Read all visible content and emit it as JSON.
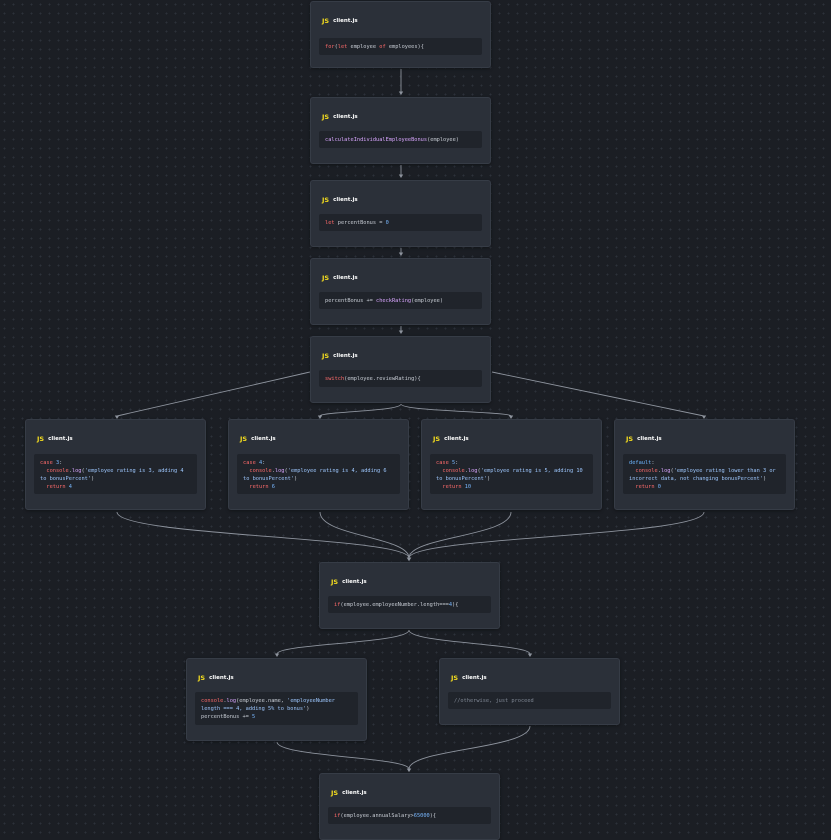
{
  "nodes": [
    {
      "id": "n1",
      "file": "client.js",
      "lines": [
        [
          [
            "kw",
            "for"
          ],
          [
            "plain",
            "("
          ],
          [
            "kw",
            "let"
          ],
          [
            "plain",
            " employee "
          ],
          [
            "kw",
            "of"
          ],
          [
            "plain",
            " employees){"
          ]
        ]
      ]
    },
    {
      "id": "n2",
      "file": "client.js",
      "lines": [
        [
          [
            "fn",
            "calculateIndividualEmployeeBonus"
          ],
          [
            "plain",
            "(employee)"
          ]
        ]
      ]
    },
    {
      "id": "n3",
      "file": "client.js",
      "lines": [
        [
          [
            "kw",
            "let"
          ],
          [
            "plain",
            " percentBonus = "
          ],
          [
            "num",
            "0"
          ]
        ]
      ]
    },
    {
      "id": "n4",
      "file": "client.js",
      "lines": [
        [
          [
            "plain",
            "percentBonus += "
          ],
          [
            "fn",
            "checkRating"
          ],
          [
            "plain",
            "(employee)"
          ]
        ]
      ]
    },
    {
      "id": "n5",
      "file": "client.js",
      "lines": [
        [
          [
            "kw",
            "switch"
          ],
          [
            "plain",
            "(employee.reviewRating){"
          ]
        ]
      ]
    },
    {
      "id": "n6",
      "file": "client.js",
      "lines": [
        [
          [
            "kw",
            "case"
          ],
          [
            "num",
            " 3"
          ],
          [
            "plain",
            ":"
          ]
        ],
        [
          [
            "plain",
            "  "
          ],
          [
            "kw",
            "console"
          ],
          [
            "plain",
            "."
          ],
          [
            "fn",
            "log"
          ],
          [
            "plain",
            "("
          ],
          [
            "str",
            "'employee rating is 3, adding 4 to bonusPercent'"
          ],
          [
            "plain",
            ")"
          ]
        ],
        [
          [
            "plain",
            "  "
          ],
          [
            "kw",
            "return"
          ],
          [
            "num",
            " 4"
          ]
        ]
      ]
    },
    {
      "id": "n7",
      "file": "client.js",
      "lines": [
        [
          [
            "kw",
            "case"
          ],
          [
            "num",
            " 4"
          ],
          [
            "plain",
            ":"
          ]
        ],
        [
          [
            "plain",
            "  "
          ],
          [
            "kw",
            "console"
          ],
          [
            "plain",
            "."
          ],
          [
            "fn",
            "log"
          ],
          [
            "plain",
            "("
          ],
          [
            "str",
            "'employee rating is 4, adding 6 to bonusPercent'"
          ],
          [
            "plain",
            ")"
          ]
        ],
        [
          [
            "plain",
            "  "
          ],
          [
            "kw",
            "return"
          ],
          [
            "num",
            " 6"
          ]
        ]
      ]
    },
    {
      "id": "n8",
      "file": "client.js",
      "lines": [
        [
          [
            "kw",
            "case"
          ],
          [
            "num",
            " 5"
          ],
          [
            "plain",
            ":"
          ]
        ],
        [
          [
            "plain",
            "  "
          ],
          [
            "kw",
            "console"
          ],
          [
            "plain",
            "."
          ],
          [
            "fn",
            "log"
          ],
          [
            "plain",
            "("
          ],
          [
            "str",
            "'employee rating is 5, adding 10 to bonusPercent'"
          ],
          [
            "plain",
            ")"
          ]
        ],
        [
          [
            "plain",
            "  "
          ],
          [
            "kw",
            "return"
          ],
          [
            "num",
            " 10"
          ]
        ]
      ]
    },
    {
      "id": "n9",
      "file": "client.js",
      "lines": [
        [
          [
            "def",
            "default"
          ],
          [
            "plain",
            ":"
          ]
        ],
        [
          [
            "plain",
            "  "
          ],
          [
            "kw",
            "console"
          ],
          [
            "plain",
            "."
          ],
          [
            "fn",
            "log"
          ],
          [
            "plain",
            "("
          ],
          [
            "str",
            "'employee rating lower than 3 or incorrect data, not changing bonusPercent'"
          ],
          [
            "plain",
            ")"
          ]
        ],
        [
          [
            "plain",
            "  "
          ],
          [
            "kw",
            "return"
          ],
          [
            "num",
            " 0"
          ]
        ]
      ]
    },
    {
      "id": "n10",
      "file": "client.js",
      "lines": [
        [
          [
            "kw",
            "if"
          ],
          [
            "plain",
            "(employee.employeeNumber.length==="
          ],
          [
            "num",
            "4"
          ],
          [
            "plain",
            "){"
          ]
        ]
      ]
    },
    {
      "id": "n11",
      "file": "client.js",
      "lines": [
        [
          [
            "kw",
            "console"
          ],
          [
            "plain",
            "."
          ],
          [
            "fn",
            "log"
          ],
          [
            "plain",
            "(employee.name, "
          ],
          [
            "str",
            "'employeeNumber length === 4, adding 5% to bonus'"
          ],
          [
            "plain",
            ")"
          ]
        ],
        [
          [
            "plain",
            "percentBonus += "
          ],
          [
            "num",
            "5"
          ]
        ]
      ]
    },
    {
      "id": "n12",
      "file": "client.js",
      "lines": [
        [
          [
            "cmt",
            "//otherwise, just proceed"
          ]
        ]
      ]
    },
    {
      "id": "n13",
      "file": "client.js",
      "lines": [
        [
          [
            "kw",
            "if"
          ],
          [
            "plain",
            "(employee.annualSalary>"
          ],
          [
            "num",
            "65000"
          ],
          [
            "plain",
            "){"
          ]
        ]
      ]
    }
  ],
  "edges": [
    {
      "from": "n1",
      "to": "n2"
    },
    {
      "from": "n2",
      "to": "n3"
    },
    {
      "from": "n3",
      "to": "n4"
    },
    {
      "from": "n4",
      "to": "n5"
    },
    {
      "from": "n5",
      "to": "n6"
    },
    {
      "from": "n5",
      "to": "n7"
    },
    {
      "from": "n5",
      "to": "n8"
    },
    {
      "from": "n5",
      "to": "n9"
    },
    {
      "from": "n6",
      "to": "n10"
    },
    {
      "from": "n7",
      "to": "n10"
    },
    {
      "from": "n8",
      "to": "n10"
    },
    {
      "from": "n9",
      "to": "n10"
    },
    {
      "from": "n10",
      "to": "n11"
    },
    {
      "from": "n10",
      "to": "n12"
    },
    {
      "from": "n11",
      "to": "n13"
    },
    {
      "from": "n12",
      "to": "n13"
    }
  ],
  "colors": {
    "keyword": "#ff6b6b",
    "function": "#d9a6ff",
    "string": "#9ec8ff",
    "number": "#79b8ff",
    "comment": "#7f8794",
    "js_badge": "#f7df1e",
    "edge": "#8e949e"
  },
  "icon": "js-icon"
}
